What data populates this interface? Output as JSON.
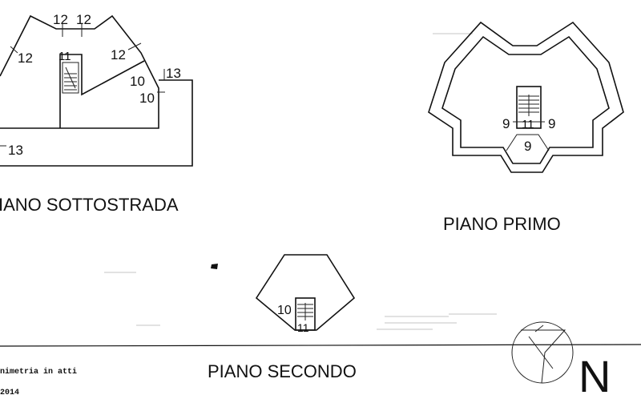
{
  "floors": {
    "sottostrada": {
      "title": "IANO SOTTOSTRADA",
      "labels": [
        "12",
        "12",
        "12",
        "12",
        "11",
        "10",
        "10",
        "13",
        "13"
      ]
    },
    "primo": {
      "title": "PIANO PRIMO",
      "labels": [
        "9",
        "11",
        "9",
        "9"
      ]
    },
    "secondo": {
      "title": "PIANO SECONDO",
      "labels": [
        "10",
        "11"
      ]
    }
  },
  "footer": {
    "left_text": "nimetria in atti",
    "bottom_text": "2014"
  },
  "north": {
    "letter": "N"
  }
}
